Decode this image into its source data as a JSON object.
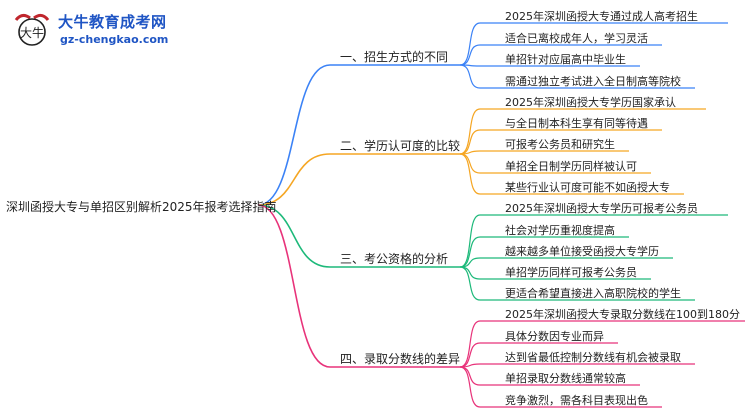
{
  "logo": {
    "mark_text": "大牛",
    "brand": "大牛教育成考网",
    "domain": "gz-chengkao.com"
  },
  "root": {
    "label": "深圳函授大专与单招区别解析2025年报考选择指南"
  },
  "branches": [
    {
      "label": "一、招生方式的不同",
      "color": "#3b82f6",
      "leaves": [
        "2025年深圳函授大专通过成人高考招生",
        "适合已离校成年人，学习灵活",
        "单招针对应届高中毕业生",
        "需通过独立考试进入全日制高等院校"
      ]
    },
    {
      "label": "二、学历认可度的比较",
      "color": "#f5a623",
      "leaves": [
        "2025年深圳函授大专学历国家承认",
        "与全日制本科生享有同等待遇",
        "可报考公务员和研究生",
        "单招全日制学历同样被认可",
        "某些行业认可度可能不如函授大专"
      ]
    },
    {
      "label": "三、考公资格的分析",
      "color": "#1db97a",
      "leaves": [
        "2025年深圳函授大专学历可报考公务员",
        "社会对学历重视度提高",
        "越来越多单位接受函授大专学历",
        "单招学历同样可报考公务员",
        "更适合希望直接进入高职院校的学生"
      ]
    },
    {
      "label": "四、录取分数线的差异",
      "color": "#e8337a",
      "leaves": [
        "2025年深圳函授大专录取分数线在100到180分",
        "具体分数因专业而异",
        "达到省最低控制分数线有机会被录取",
        "单招录取分数线通常较高",
        "竞争激烈，需各科目表现出色"
      ]
    }
  ]
}
